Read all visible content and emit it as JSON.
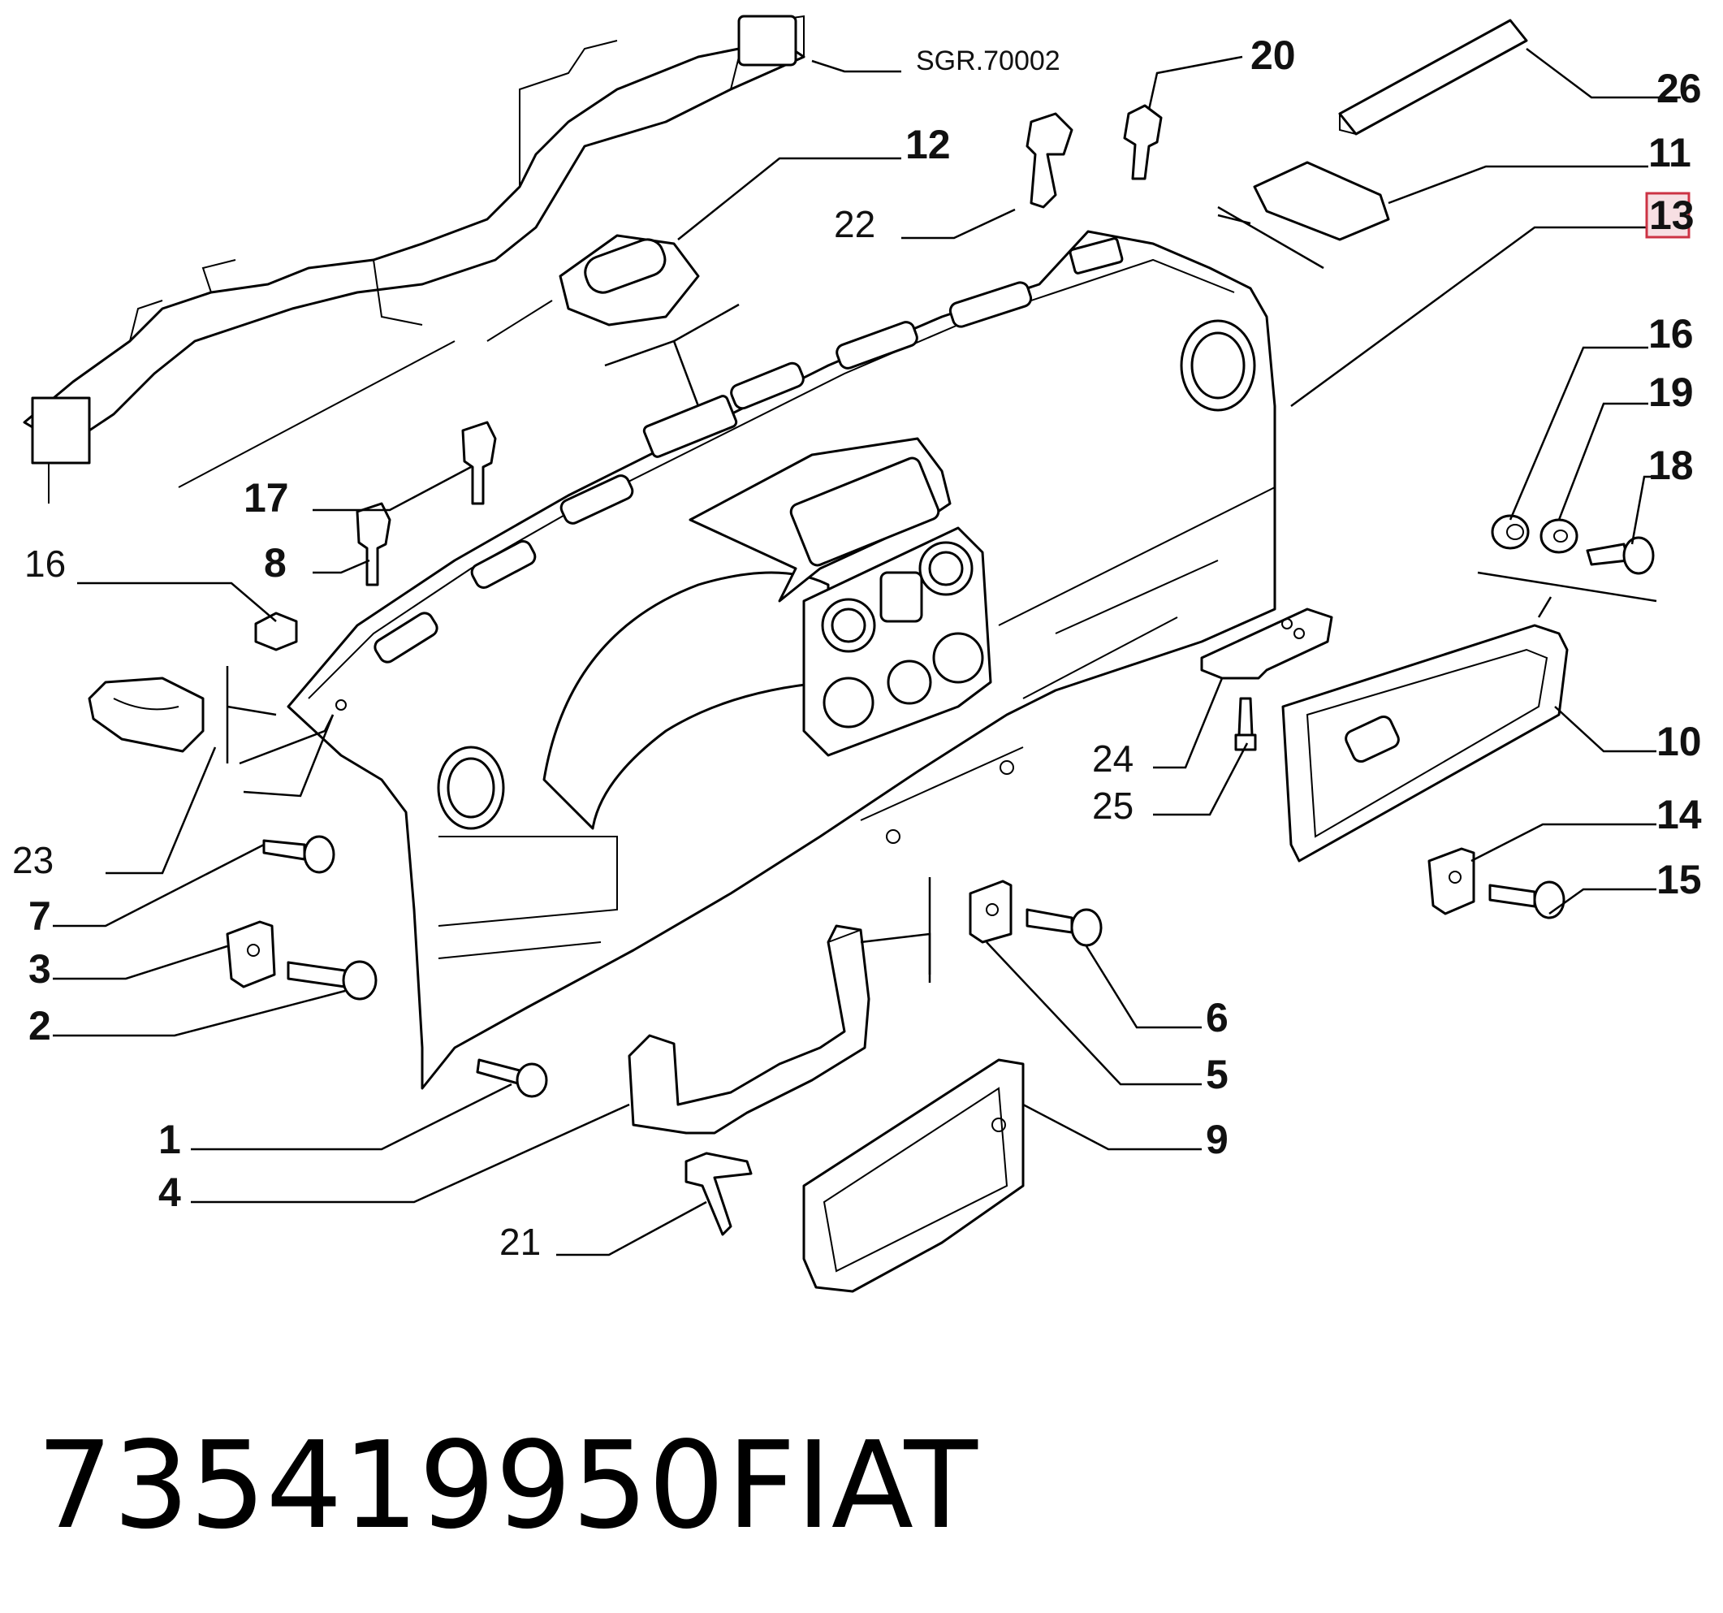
{
  "reference": "SGR.70002",
  "highlight": "#cc3344",
  "labels": {
    "l1": "1",
    "l2": "2",
    "l3": "3",
    "l4": "4",
    "l5": "5",
    "l6": "6",
    "l7": "7",
    "l8": "8",
    "l9": "9",
    "l10": "10",
    "l11": "11",
    "l12": "12",
    "l13": "13",
    "l14": "14",
    "l15": "15",
    "l16a": "16",
    "l16b": "16",
    "l17": "17",
    "l18": "18",
    "l19": "19",
    "l20": "20",
    "l21": "21",
    "l22": "22",
    "l23": "23",
    "l24": "24",
    "l25": "25",
    "l26": "26"
  },
  "footer": {
    "part_number": "735419950",
    "brand": "FIAT"
  }
}
